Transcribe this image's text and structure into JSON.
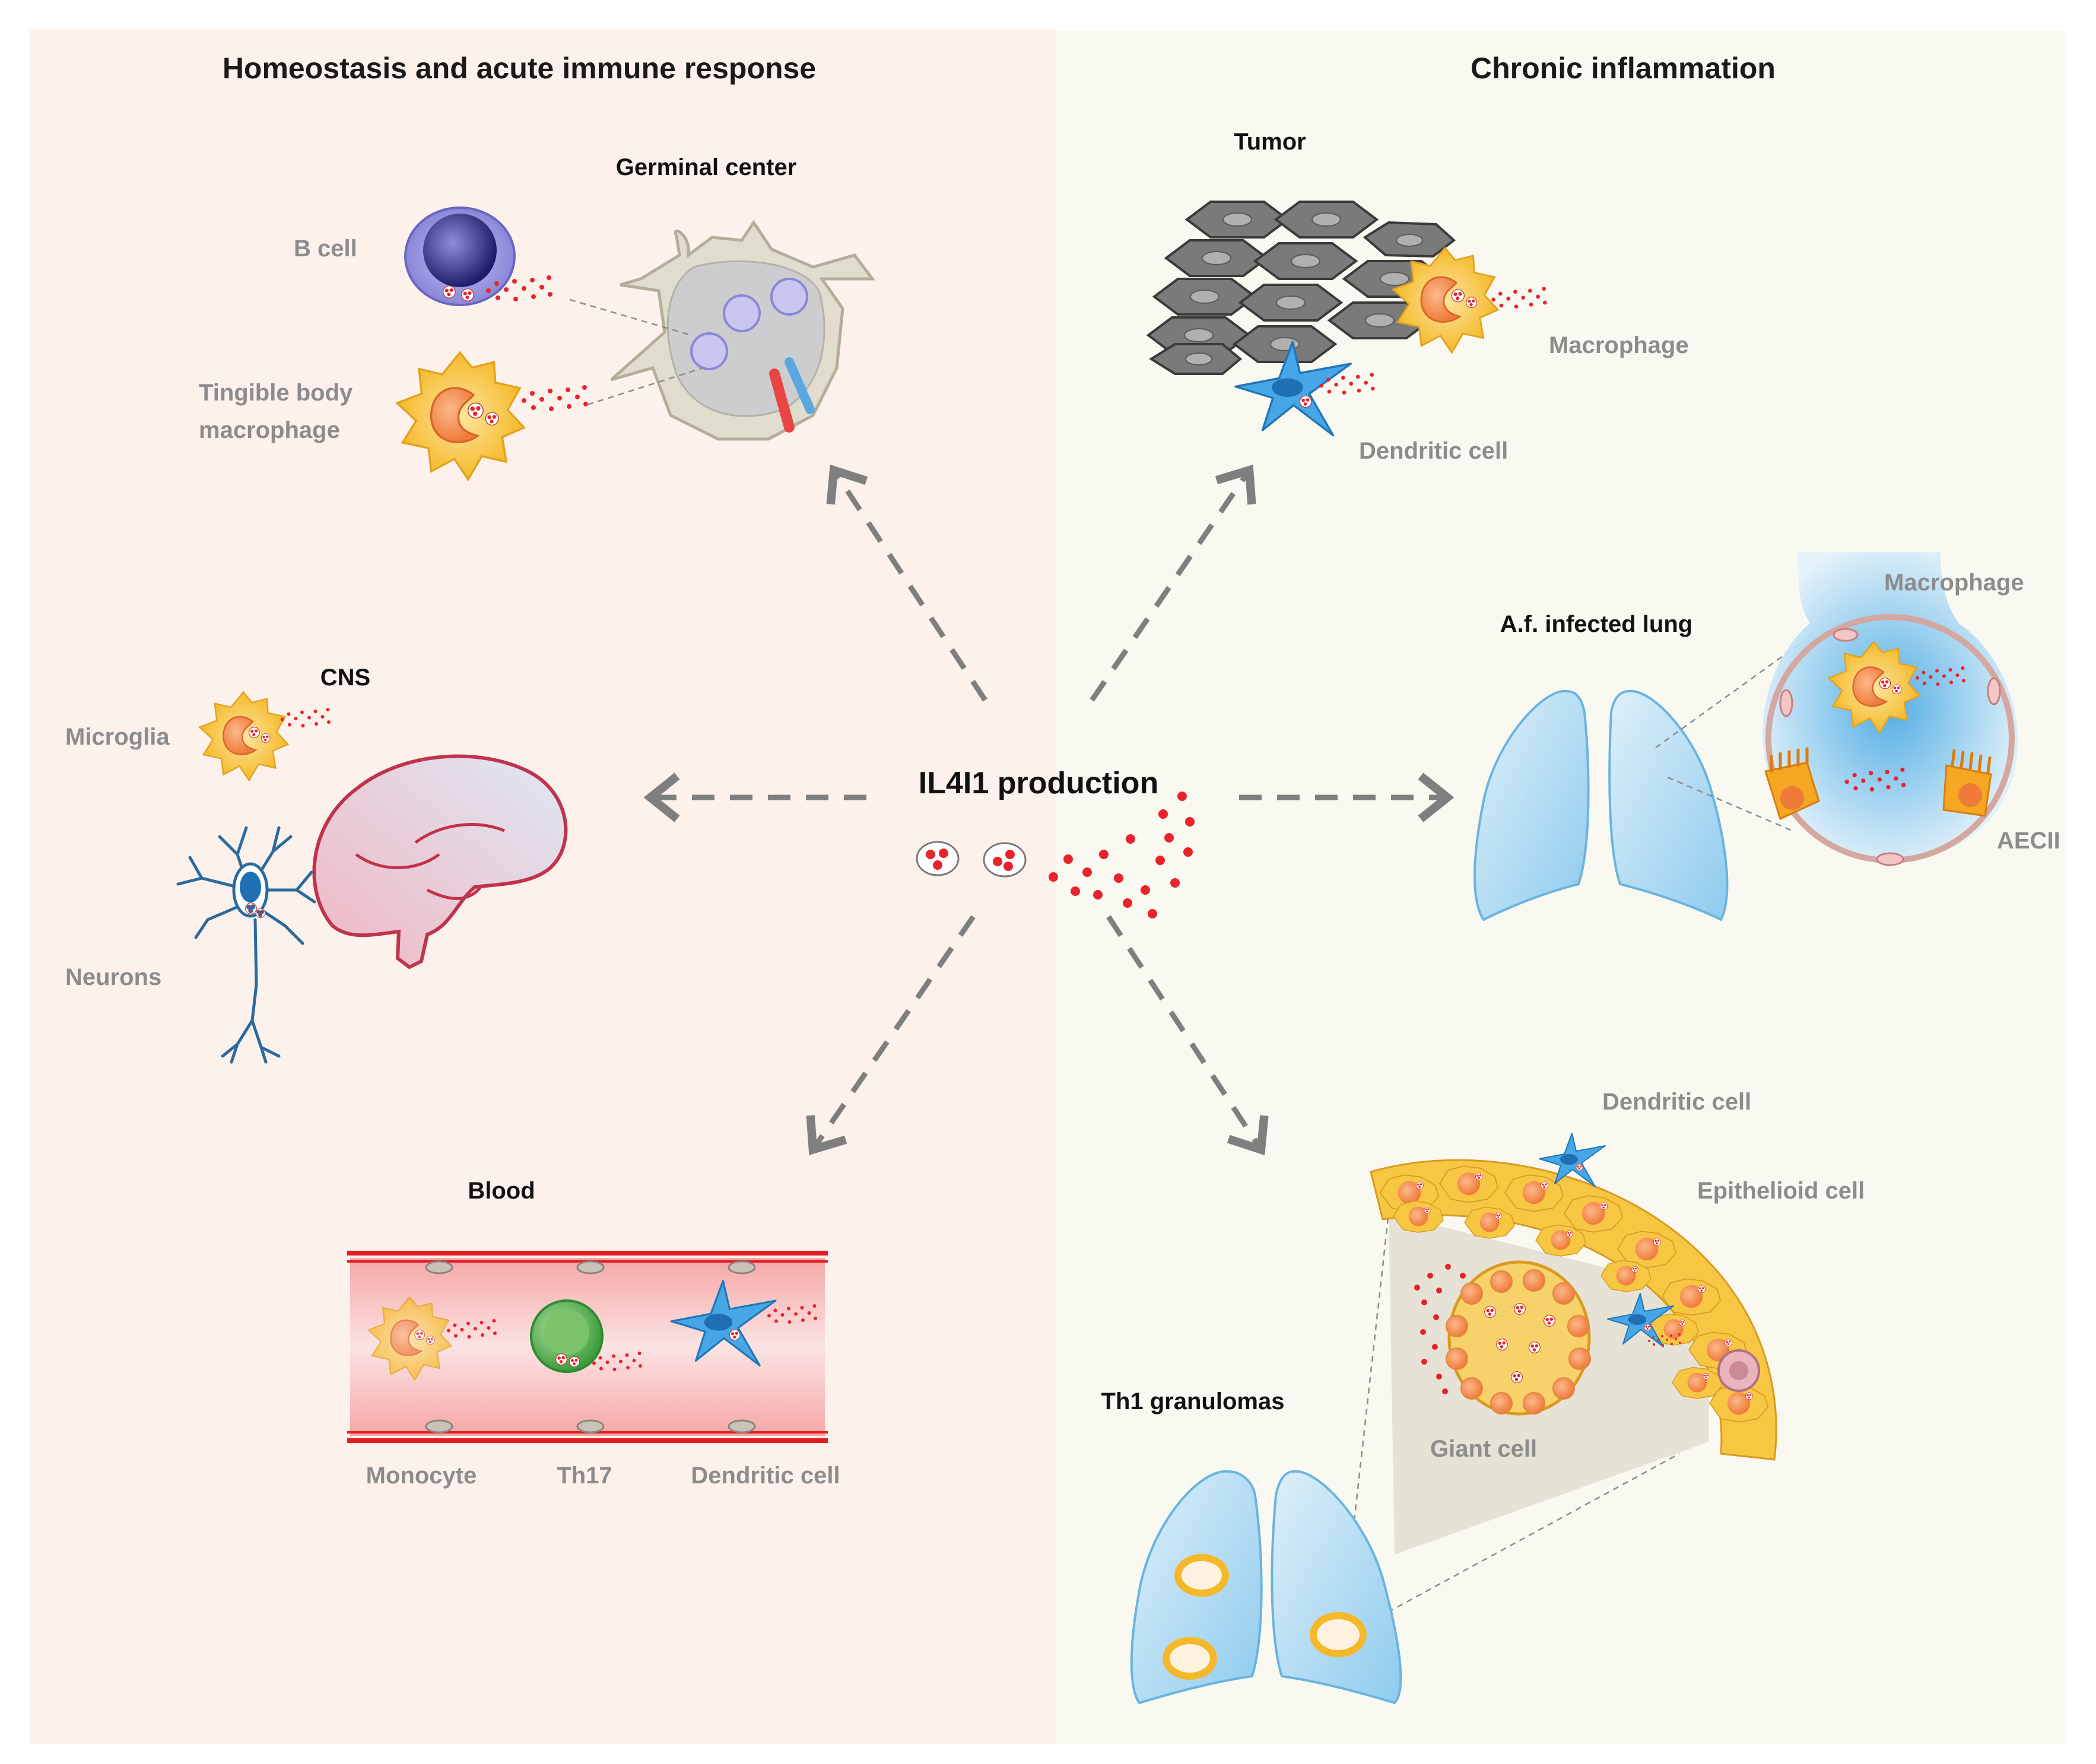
{
  "panels": {
    "left_heading": "Homeostasis and acute immune response",
    "right_heading": "Chronic inflammation"
  },
  "center": {
    "label": "IL4I1 production"
  },
  "germinal_center": {
    "title": "Germinal center",
    "b_cell": "B cell",
    "tbm_line1": "Tingible body",
    "tbm_line2": "macrophage"
  },
  "cns": {
    "title": "CNS",
    "microglia": "Microglia",
    "neurons": "Neurons"
  },
  "blood": {
    "title": "Blood",
    "monocyte": "Monocyte",
    "th17": "Th17",
    "dendritic_cell": "Dendritic cell"
  },
  "tumor": {
    "title": "Tumor",
    "macrophage": "Macrophage",
    "dendritic_cell": "Dendritic cell"
  },
  "lung": {
    "title": "A.f. infected lung",
    "macrophage": "Macrophage",
    "aecii": "AECII"
  },
  "granuloma": {
    "title": "Th1 granulomas",
    "dendritic_cell": "Dendritic cell",
    "epithelioid_cell": "Epithelioid cell",
    "giant_cell": "Giant cell"
  },
  "colors": {
    "left_bg": "#fdf1ec",
    "right_bg": "#faf9f1",
    "arrow": "#7f7f7f",
    "il4i1_dot": "#e8232c",
    "macrophage": "#f7c63c",
    "dendritic": "#3e9ee0",
    "lung": "#bfe0f3",
    "vessel": "#f8c5c5"
  }
}
